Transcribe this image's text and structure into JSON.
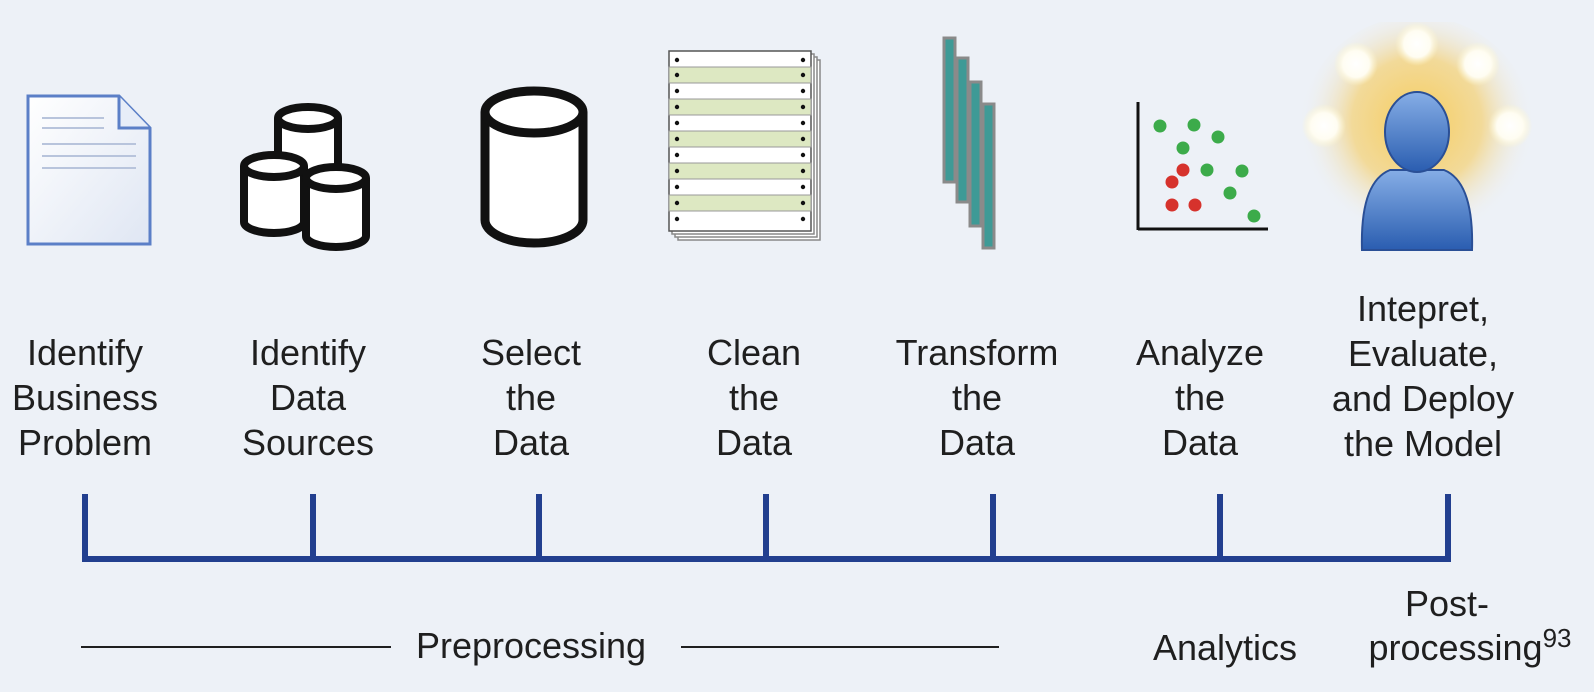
{
  "steps": [
    {
      "lines": [
        "Identify",
        "Business",
        "Problem"
      ],
      "icon": "document-icon"
    },
    {
      "lines": [
        "Identify",
        "Data",
        "Sources"
      ],
      "icon": "databases-icon"
    },
    {
      "lines": [
        "Select",
        "the",
        "Data"
      ],
      "icon": "database-cylinder-icon"
    },
    {
      "lines": [
        "Clean",
        "the",
        "Data"
      ],
      "icon": "data-records-icon"
    },
    {
      "lines": [
        "Transform",
        "the",
        "Data"
      ],
      "icon": "transform-bars-icon"
    },
    {
      "lines": [
        "Analyze",
        "the",
        "Data"
      ],
      "icon": "scatter-plot-icon"
    },
    {
      "lines": [
        "Intepret,",
        "Evaluate,",
        "and Deploy",
        "the Model"
      ],
      "icon": "person-ideas-icon"
    }
  ],
  "phases": {
    "preprocessing": "Preprocessing",
    "analytics": "Analytics",
    "postprocessing_line1": "Post-",
    "postprocessing_line2": "processing",
    "page_number": "93"
  },
  "colors": {
    "background": "#edf1f7",
    "timeline": "#223f8f",
    "text": "#1f1f1f",
    "scatter_green": "#3cab4a",
    "scatter_red": "#d6322c",
    "record_stripe": "#dde8c2",
    "transform_bar": "#3e9a96",
    "person_blue": "#3b6fbf",
    "glow": "#f5c653"
  }
}
